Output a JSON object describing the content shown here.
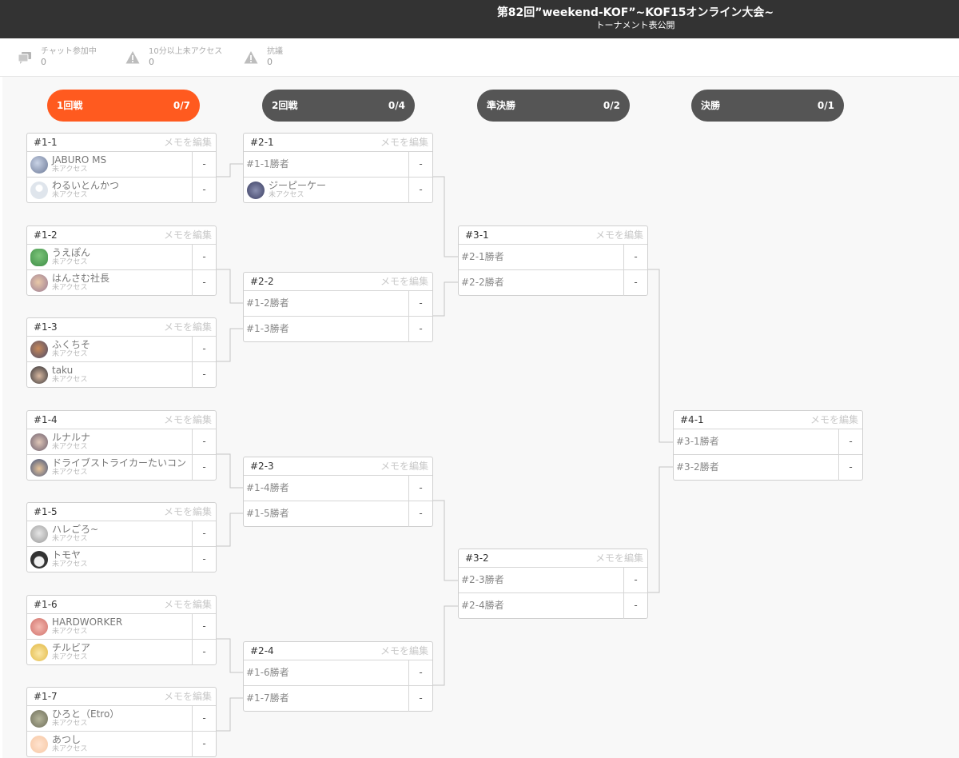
{
  "header": {
    "title": "第82回”weekend-KOF”~KOF15オンライン大会~",
    "subtitle": "トーナメント表公開"
  },
  "stats": {
    "chat": {
      "label": "チャット参加中",
      "count": "0",
      "icon": "chat-icon"
    },
    "no_access": {
      "label": "10分以上未アクセス",
      "count": "0",
      "icon": "warning-icon"
    },
    "dispute": {
      "label": "抗議",
      "count": "0",
      "icon": "warning-icon"
    }
  },
  "colors": {
    "active_round": "#ff5a1f",
    "round": "#555555",
    "topbar": "#333333"
  },
  "rounds": [
    {
      "name": "1回戦",
      "count": "0/7"
    },
    {
      "name": "2回戦",
      "count": "0/4"
    },
    {
      "name": "準決勝",
      "count": "0/2"
    },
    {
      "name": "決勝",
      "count": "0/1"
    }
  ],
  "memo_label": "メモを編集",
  "matches": {
    "m1_1": {
      "id": "#1-1",
      "p1": {
        "name": "JABURO MS",
        "status": "未アクセス",
        "score": "-"
      },
      "p2": {
        "name": "わるいとんかつ",
        "status": "未アクセス",
        "score": "-"
      }
    },
    "m1_2": {
      "id": "#1-2",
      "p1": {
        "name": "うえぽん",
        "status": "未アクセス",
        "score": "-"
      },
      "p2": {
        "name": "はんさむ社長",
        "status": "未アクセス",
        "score": "-"
      }
    },
    "m1_3": {
      "id": "#1-3",
      "p1": {
        "name": "ふくちそ",
        "status": "未アクセス",
        "score": "-"
      },
      "p2": {
        "name": "taku",
        "status": "未アクセス",
        "score": "-"
      }
    },
    "m1_4": {
      "id": "#1-4",
      "p1": {
        "name": "ルナルナ",
        "status": "未アクセス",
        "score": "-"
      },
      "p2": {
        "name": "ドライブストライカーたいコン",
        "status": "未アクセス",
        "score": "-"
      }
    },
    "m1_5": {
      "id": "#1-5",
      "p1": {
        "name": "ハレごろ~",
        "status": "未アクセス",
        "score": "-"
      },
      "p2": {
        "name": "トモヤ",
        "status": "未アクセス",
        "score": "-"
      }
    },
    "m1_6": {
      "id": "#1-6",
      "p1": {
        "name": "HARDWORKER",
        "status": "未アクセス",
        "score": "-"
      },
      "p2": {
        "name": "チルビア",
        "status": "未アクセス",
        "score": "-"
      }
    },
    "m1_7": {
      "id": "#1-7",
      "p1": {
        "name": "ひろと（Etro）",
        "status": "未アクセス",
        "score": "-"
      },
      "p2": {
        "name": "あつし",
        "status": "未アクセス",
        "score": "-"
      }
    },
    "m2_1": {
      "id": "#2-1",
      "p1": {
        "placeholder": "#1-1勝者",
        "score": "-"
      },
      "p2": {
        "name": "ジーピーケー",
        "status": "未アクセス",
        "score": "-"
      }
    },
    "m2_2": {
      "id": "#2-2",
      "p1": {
        "placeholder": "#1-2勝者",
        "score": "-"
      },
      "p2": {
        "placeholder": "#1-3勝者",
        "score": "-"
      }
    },
    "m2_3": {
      "id": "#2-3",
      "p1": {
        "placeholder": "#1-4勝者",
        "score": "-"
      },
      "p2": {
        "placeholder": "#1-5勝者",
        "score": "-"
      }
    },
    "m2_4": {
      "id": "#2-4",
      "p1": {
        "placeholder": "#1-6勝者",
        "score": "-"
      },
      "p2": {
        "placeholder": "#1-7勝者",
        "score": "-"
      }
    },
    "m3_1": {
      "id": "#3-1",
      "p1": {
        "placeholder": "#2-1勝者",
        "score": "-"
      },
      "p2": {
        "placeholder": "#2-2勝者",
        "score": "-"
      }
    },
    "m3_2": {
      "id": "#3-2",
      "p1": {
        "placeholder": "#2-3勝者",
        "score": "-"
      },
      "p2": {
        "placeholder": "#2-4勝者",
        "score": "-"
      }
    },
    "m4_1": {
      "id": "#4-1",
      "p1": {
        "placeholder": "#3-1勝者",
        "score": "-"
      },
      "p2": {
        "placeholder": "#3-2勝者",
        "score": "-"
      }
    }
  }
}
